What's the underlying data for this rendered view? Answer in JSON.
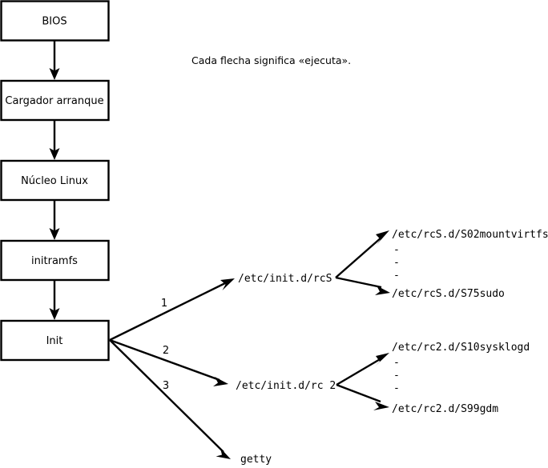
{
  "diagram": {
    "note": "Cada flecha significa «ejecuta».",
    "boot_chain": [
      {
        "label": "BIOS"
      },
      {
        "label": "Cargador arranque"
      },
      {
        "label": "Núcleo Linux"
      },
      {
        "label": "initramfs"
      },
      {
        "label": "Init"
      }
    ],
    "init_branches": [
      {
        "number": "1",
        "target": "/etc/init.d/rcS"
      },
      {
        "number": "2",
        "target": "/etc/init.d/rc 2"
      },
      {
        "number": "3",
        "target": "getty"
      }
    ],
    "rcs_scripts": {
      "first": "/etc/rcS.d/S02mountvirtfs",
      "ellipsis": [
        "-",
        "-",
        "-"
      ],
      "last": "/etc/rcS.d/S75sudo"
    },
    "rc2_scripts": {
      "first": "/etc/rc2.d/S10sysklogd",
      "ellipsis": [
        "-",
        "-",
        "-"
      ],
      "last": "/etc/rc2.d/S99gdm"
    },
    "colors": {
      "stroke": "#000000",
      "fill": "#ffffff",
      "background": "#ffffff"
    }
  }
}
